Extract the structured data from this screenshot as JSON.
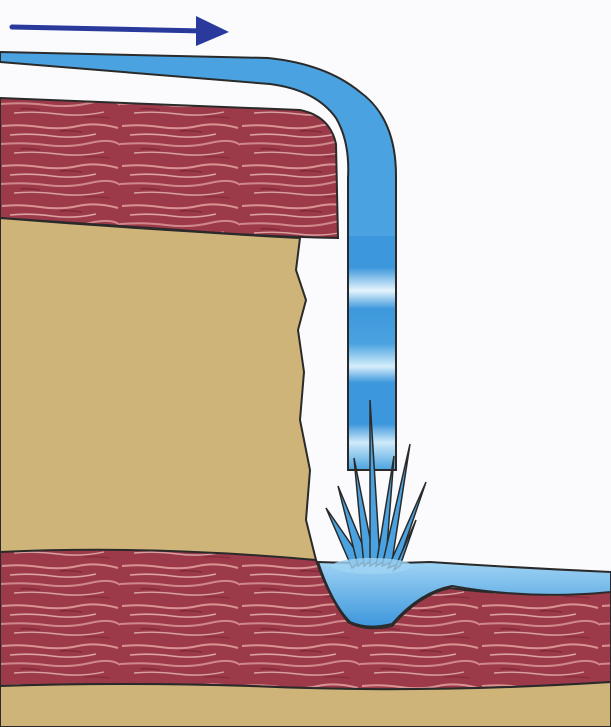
{
  "colors": {
    "background": "#fbfbfd",
    "flow_arrow": "#2a3a9c",
    "water": "#4aa3e0",
    "water_light": "#9fd3f4",
    "water_highlight": "#e6f5fd",
    "hard_rock": "#9c3a4a",
    "hard_rock_streak": "#e7a9a4",
    "soft_rock": "#cfb47a",
    "outline": "#2a2a2a"
  },
  "diagram": {
    "flow_arrow_icon": "arrow-right-icon",
    "layers": [
      "hard-rock-top",
      "soft-rock",
      "hard-rock-bottom",
      "soft-rock-base"
    ],
    "features": [
      "river",
      "waterfall",
      "splash",
      "plunge-pool",
      "downstream-river"
    ]
  }
}
